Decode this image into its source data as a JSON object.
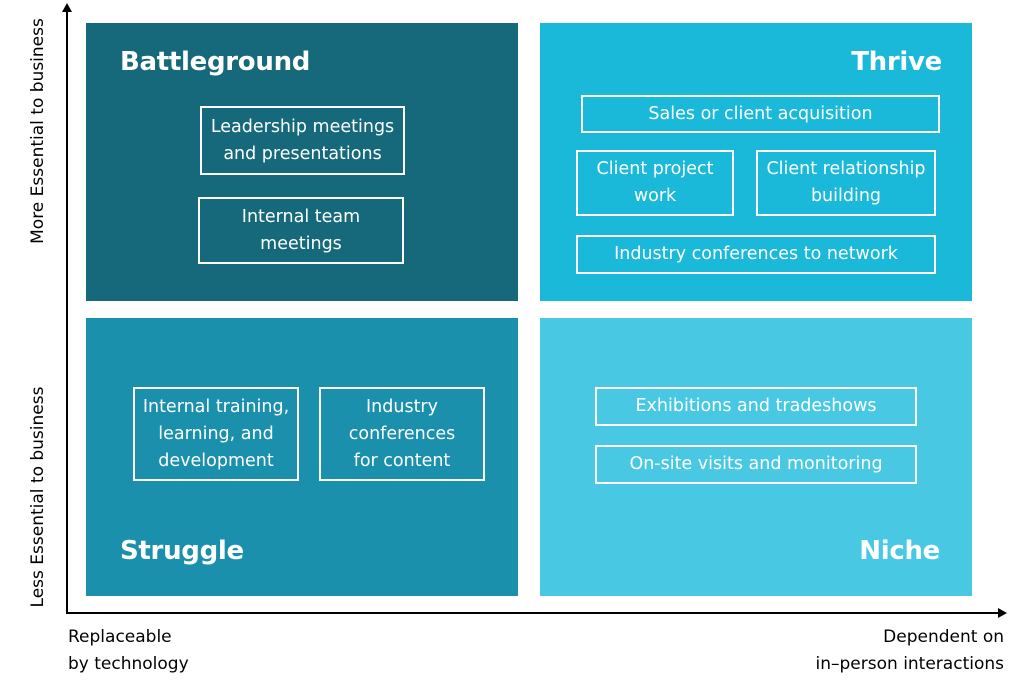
{
  "quadrants": {
    "battleground": {
      "title": "Battleground",
      "items": [
        {
          "lines": [
            "Leadership meetings",
            "and presentations"
          ]
        },
        {
          "lines": [
            "Internal team",
            "meetings"
          ]
        }
      ]
    },
    "thrive": {
      "title": "Thrive",
      "items": [
        {
          "lines": [
            "Sales or client acquisition"
          ]
        },
        {
          "lines": [
            "Client project",
            "work"
          ]
        },
        {
          "lines": [
            "Client relationship",
            "building"
          ]
        },
        {
          "lines": [
            "Industry conferences to network"
          ]
        }
      ]
    },
    "struggle": {
      "title": "Struggle",
      "items": [
        {
          "lines": [
            "Internal training,",
            "learning, and",
            "development"
          ]
        },
        {
          "lines": [
            "Industry",
            "conferences",
            "for content"
          ]
        }
      ]
    },
    "niche": {
      "title": "Niche",
      "items": [
        {
          "lines": [
            "Exhibitions and tradeshows"
          ]
        },
        {
          "lines": [
            "On-site visits and monitoring"
          ]
        }
      ]
    }
  },
  "axes": {
    "y_top_label": "More  Essential to business",
    "y_bottom_label": "Less Essential to business",
    "x_left_label": [
      "Replaceable",
      "by technology"
    ],
    "x_right_label": [
      "Dependent on",
      "in–person interactions"
    ]
  },
  "colors": {
    "battleground": "#16697a",
    "thrive": "#1ab8d9",
    "struggle": "#1a90ac",
    "niche": "#48c8e2"
  }
}
